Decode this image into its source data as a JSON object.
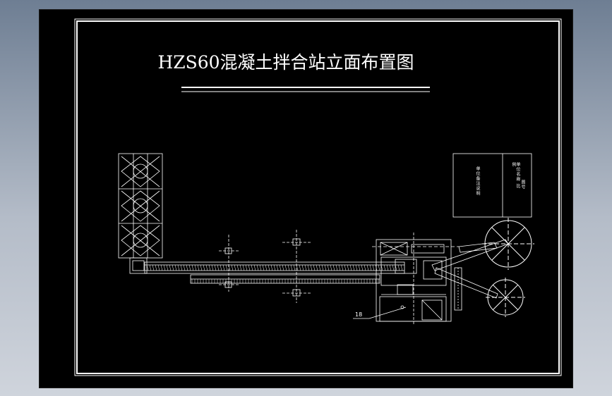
{
  "drawing": {
    "title": "HZS60混凝土拌合站立面布置图",
    "notes": {
      "left": "单位备注说明",
      "right_a": "单位名称 比例",
      "right_b": "图号"
    },
    "callouts": [
      "18"
    ]
  },
  "colors": {
    "background": "#000000",
    "line": "#ffffff",
    "outer_bg": "#8d9aab"
  }
}
